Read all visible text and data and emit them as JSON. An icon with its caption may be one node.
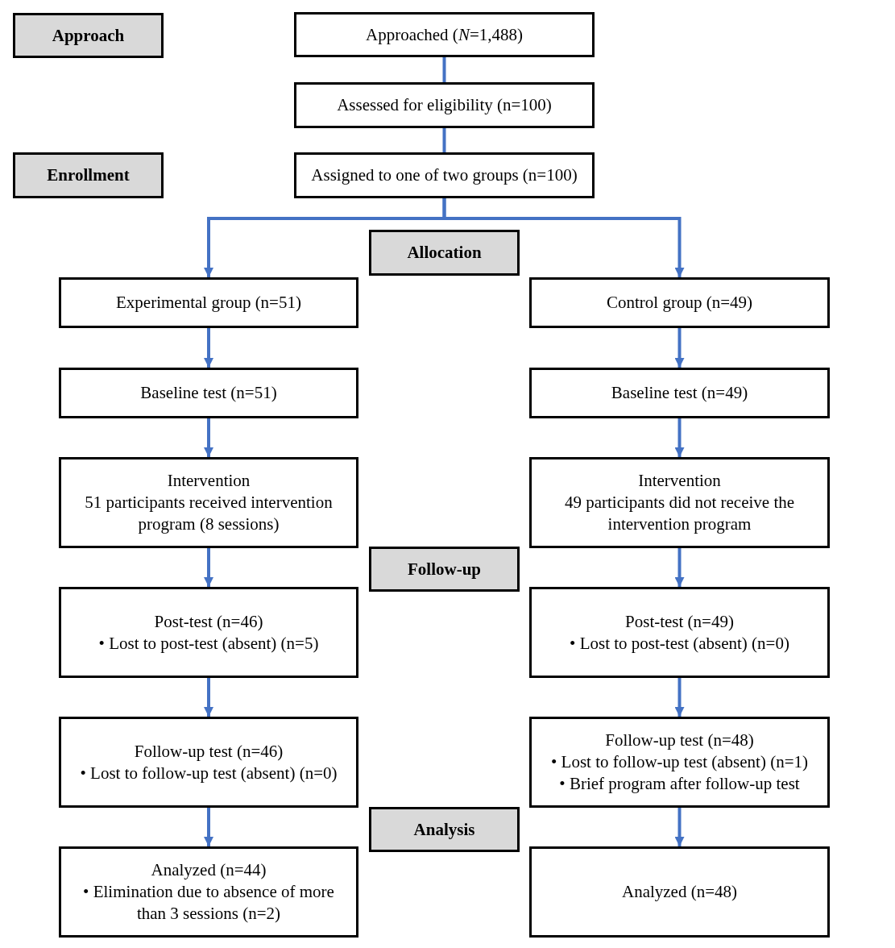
{
  "diagram": {
    "nodes": [
      {
        "text": [
          "Approach"
        ]
      },
      {
        "text": [
          "Approached (*N*=1,488)"
        ]
      },
      {
        "text": [
          "Assessed for eligibility (n=100)"
        ]
      },
      {
        "text": [
          "Enrollment"
        ]
      },
      {
        "text": [
          "Assigned to one of two groups (n=100)"
        ]
      },
      {
        "text": [
          "Allocation"
        ]
      },
      {
        "text": [
          "Experimental group (n=51)"
        ]
      },
      {
        "text": [
          "Control group (n=49)"
        ]
      },
      {
        "text": [
          "Baseline test (n=51)"
        ]
      },
      {
        "text": [
          "Baseline test (n=49)"
        ]
      },
      {
        "text": [
          "Intervention",
          "51 participants received intervention program (8 sessions)"
        ]
      },
      {
        "text": [
          "Intervention",
          "49 participants did not receive the intervention program"
        ]
      },
      {
        "text": [
          "Follow-up"
        ]
      },
      {
        "text": [
          "Post-test (n=46)",
          "• Lost to post-test (absent) (n=5)"
        ]
      },
      {
        "text": [
          "Post-test (n=49)",
          "• Lost to post-test (absent) (n=0)"
        ]
      },
      {
        "text": [
          "Follow-up test (n=46)",
          "• Lost to follow-up test (absent) (n=0)"
        ]
      },
      {
        "text": [
          "Follow-up test (n=48)",
          "• Lost to follow-up test (absent) (n=1)",
          "• Brief program after follow-up test"
        ]
      },
      {
        "text": [
          "Analysis"
        ]
      },
      {
        "text": [
          "Analyzed (n=44)",
          "• Elimination due to absence of more than 3 sessions (n=2)"
        ]
      },
      {
        "text": [
          "Analyzed (n=48)"
        ]
      }
    ],
    "edges": [
      {
        "from": 1,
        "to": 2,
        "arrow": "none"
      },
      {
        "from": 2,
        "to": 4,
        "arrow": "none"
      },
      {
        "from": 4,
        "to": 6,
        "arrow": "to"
      },
      {
        "from": 4,
        "to": 7,
        "arrow": "to"
      },
      {
        "from": 6,
        "to": 8,
        "arrow": "to"
      },
      {
        "from": 7,
        "to": 9,
        "arrow": "to"
      },
      {
        "from": 8,
        "to": 10,
        "arrow": "to"
      },
      {
        "from": 9,
        "to": 11,
        "arrow": "to"
      },
      {
        "from": 10,
        "to": 13,
        "arrow": "to"
      },
      {
        "from": 11,
        "to": 14,
        "arrow": "to"
      },
      {
        "from": 13,
        "to": 15,
        "arrow": "to"
      },
      {
        "from": 14,
        "to": 16,
        "arrow": "to"
      },
      {
        "from": 15,
        "to": 18,
        "arrow": "to"
      },
      {
        "from": 16,
        "to": 19,
        "arrow": "to"
      }
    ]
  }
}
